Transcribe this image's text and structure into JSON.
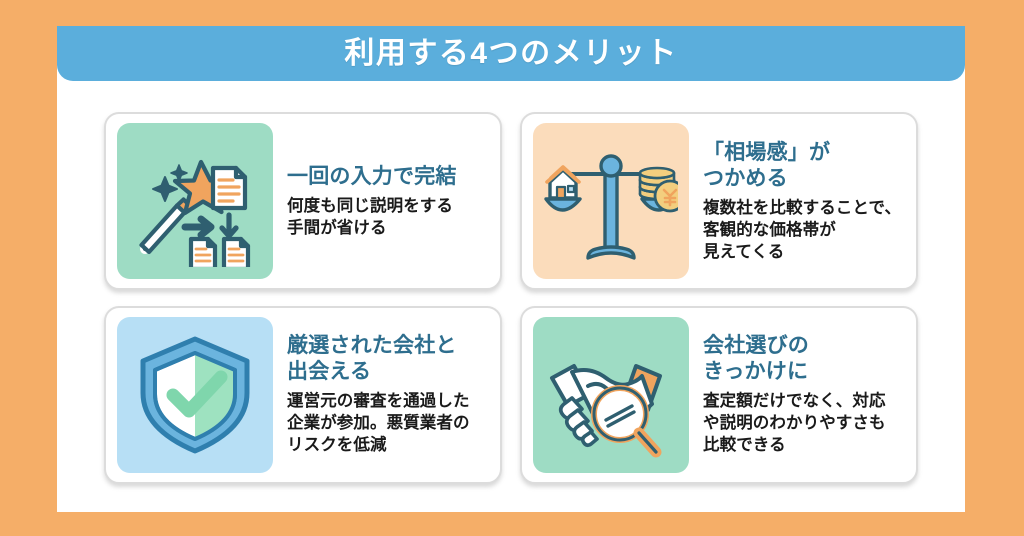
{
  "page": {
    "background_color": "#F5AE68",
    "panel_color": "#FFFFFF"
  },
  "header": {
    "title": "利用する4つのメリット",
    "background_color": "#5BAEDC",
    "text_color": "#FFFFFF"
  },
  "theme": {
    "title_color": "#2E6E8E",
    "body_color": "#1A1A1A",
    "card_border_color": "#DCDCDC",
    "accent_orange": "#F0A45E",
    "accent_blue": "#6BB4DE",
    "accent_teal": "#2F5F70",
    "accent_green": "#7FD6AC"
  },
  "cards": [
    {
      "id": "one-time-input",
      "icon_name": "magic-wand-documents-icon",
      "tile_color": "#9EDCC4",
      "title": "一回の入力で完結",
      "description": "何度も同じ説明をする\n手間が省ける"
    },
    {
      "id": "market-rate",
      "icon_name": "balance-scale-house-coins-icon",
      "tile_color": "#FBDCBB",
      "title": "「相場感」が\nつかめる",
      "description": "複数社を比較することで、\n客観的な価格帯が\n見えてくる"
    },
    {
      "id": "screened-companies",
      "icon_name": "shield-check-icon",
      "tile_color": "#B7DFF5",
      "title": "厳選された会社と\n出会える",
      "description": "運営元の審査を通過した\n企業が参加。悪質業者の\nリスクを低減"
    },
    {
      "id": "company-selection",
      "icon_name": "handshake-magnifier-icon",
      "tile_color": "#9EDCC4",
      "title": "会社選びの\nきっかけに",
      "description": "査定額だけでなく、対応\nや説明のわかりやすさも\n比較できる"
    }
  ]
}
